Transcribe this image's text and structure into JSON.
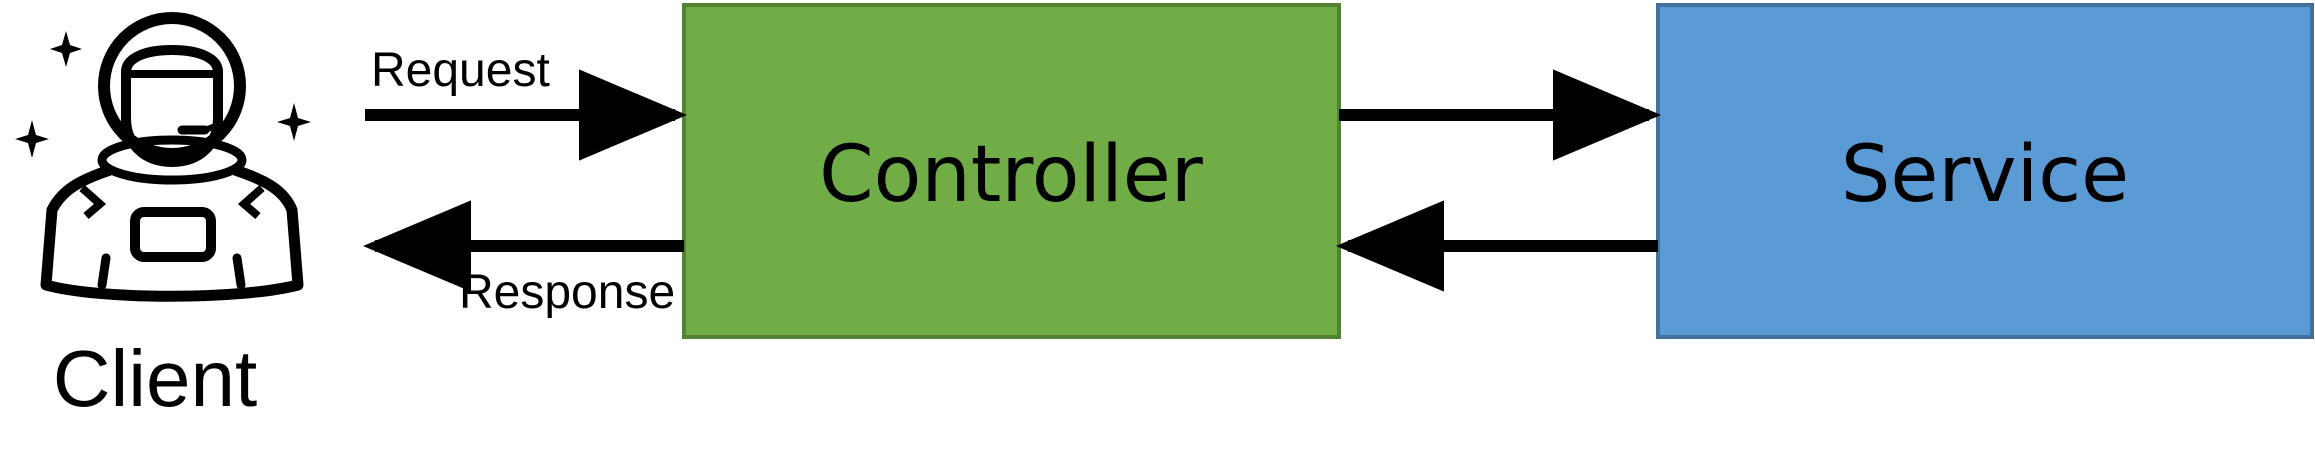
{
  "nodes": {
    "client": {
      "label": "Client",
      "icon": "astronaut-user-icon"
    },
    "controller": {
      "label": "Controller",
      "fill": "#70ad47",
      "stroke": "#538135"
    },
    "service": {
      "label": "Service",
      "fill": "#5b9bd5",
      "stroke": "#41719c"
    }
  },
  "edges": {
    "request": {
      "label": "Request"
    },
    "response": {
      "label": "Response"
    }
  }
}
